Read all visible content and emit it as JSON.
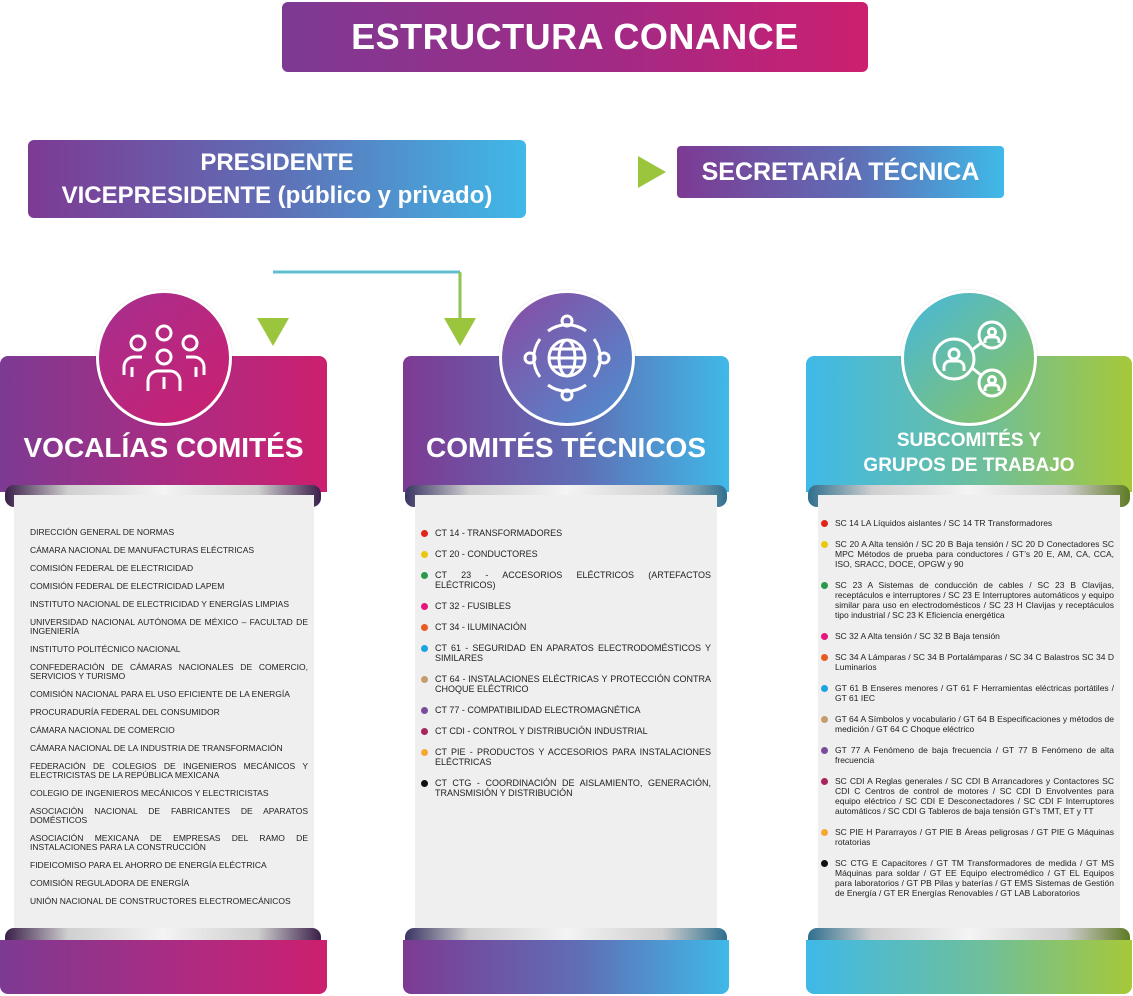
{
  "title": "ESTRUCTURA CONANCE",
  "president": {
    "line1": "PRESIDENTE",
    "line2": "VICEPRESIDENTE (público y privado)"
  },
  "secretaria": "SECRETARÍA TÉCNICA",
  "colors": {
    "magenta": "#cc1f6f",
    "purple": "#7d3a93",
    "cyan": "#3fb9e8",
    "green": "#a6c83a",
    "arrow": "#9bc53d"
  },
  "columns": [
    {
      "title": "VOCALÍAS COMITÉS",
      "icon": "people-group-icon",
      "items": [
        "DIRECCIÓN GENERAL DE NORMAS",
        "CÁMARA NACIONAL DE MANUFACTURAS ELÉCTRICAS",
        "COMISIÓN FEDERAL DE ELECTRICIDAD",
        "COMISIÓN FEDERAL DE ELECTRICIDAD LAPEM",
        "INSTITUTO NACIONAL DE ELECTRICIDAD Y ENERGÍAS LIMPIAS",
        "UNIVERSIDAD NACIONAL AUTÓNOMA DE MÉXICO – FACULTAD DE INGENIERÍA",
        "INSTITUTO POLITÉCNICO NACIONAL",
        "CONFEDERACIÓN DE CÁMARAS NACIONALES DE COMERCIO, SERVICIOS Y TURISMO",
        "COMISIÓN NACIONAL PARA EL USO EFICIENTE DE LA ENERGÍA",
        "PROCURADURÍA FEDERAL DEL CONSUMIDOR",
        "CÁMARA NACIONAL DE COMERCIO",
        "CÁMARA NACIONAL DE LA INDUSTRIA DE TRANSFORMACIÓN",
        "FEDERACIÓN DE COLEGIOS DE INGENIEROS MECÁNICOS Y ELECTRICISTAS DE LA REPÚBLICA MEXICANA",
        "COLEGIO DE INGENIEROS MECÁNICOS Y ELECTRICISTAS",
        "ASOCIACIÓN NACIONAL DE FABRICANTES DE APARATOS DOMÉSTICOS",
        "ASOCIACIÓN MEXICANA DE EMPRESAS DEL RAMO DE INSTALACIONES PARA LA CONSTRUCCIÓN",
        "FIDEICOMISO PARA EL AHORRO DE ENERGÍA ELÉCTRICA",
        "COMISIÓN REGULADORA DE ENERGÍA",
        "UNIÓN NACIONAL DE CONSTRUCTORES ELECTROMECÁNICOS"
      ]
    },
    {
      "title": "COMITÉS TÉCNICOS",
      "icon": "globe-network-icon",
      "items": [
        {
          "text": "CT 14 - TRANSFORMADORES",
          "color": "#e2231a"
        },
        {
          "text": "CT 20 - CONDUCTORES",
          "color": "#e8c70c"
        },
        {
          "text": "CT 23 - ACCESORIOS ELÉCTRICOS (ARTEFACTOS ELÉCTRICOS)",
          "color": "#2b9a48"
        },
        {
          "text": "CT 32 - FUSIBLES",
          "color": "#e5167d"
        },
        {
          "text": "CT 34 - ILUMINACIÓN",
          "color": "#ea5b1f"
        },
        {
          "text": "CT 61 - SEGURIDAD EN APARATOS ELECTRODOMÉSTICOS Y SIMILARES",
          "color": "#1aa4e0"
        },
        {
          "text": "CT 64 - INSTALACIONES ELÉCTRICAS Y PROTECCIÓN CONTRA CHOQUE ELÉCTRICO",
          "color": "#c59c6c"
        },
        {
          "text": "CT 77 - COMPATIBILIDAD ELECTROMAGNÉTICA",
          "color": "#7a4d9c"
        },
        {
          "text": "CT CDI - CONTROL Y DISTRIBUCIÓN INDUSTRIAL",
          "color": "#a8245d"
        },
        {
          "text": "CT PIE - PRODUCTOS Y ACCESORIOS PARA INSTALACIONES ELÉCTRICAS",
          "color": "#f7a833"
        },
        {
          "text": "CT CTG - COORDINACIÓN DE AISLAMIENTO, GENERACIÓN, TRANSMISIÓN Y DISTRIBUCIÓN",
          "color": "#111111"
        }
      ]
    },
    {
      "title_line1": "SUBCOMITÉS Y",
      "title_line2": "GRUPOS DE TRABAJO",
      "icon": "workgroup-icon",
      "items": [
        {
          "text": "SC 14 LA Líquidos aislantes / SC 14 TR Transformadores",
          "color": "#e2231a"
        },
        {
          "text": "SC 20 A Alta tensión / SC 20 B Baja tensión / SC 20 D Conectadores SC MPC Métodos de prueba para conductores / GT’s 20 E, AM, CA, CCA, ISO, SRACC, DOCE, OPGW y 90",
          "color": "#e8c70c"
        },
        {
          "text": "SC 23 A Sistemas de conducción de cables / SC 23 B Clavijas, receptáculos e interruptores / SC 23 E Interruptores automáticos y equipo similar para uso en electrodomésticos / SC 23 H Clavijas y receptáculos tipo industrial / SC 23 K Eficiencia energética",
          "color": "#2b9a48"
        },
        {
          "text": "SC 32 A Alta tensión / SC 32 B Baja tensión",
          "color": "#e5167d"
        },
        {
          "text": "SC 34 A Lámparas / SC 34 B Portalámparas / SC 34 C Balastros SC 34 D Luminarios",
          "color": "#ea5b1f"
        },
        {
          "text": "GT 61 B Enseres menores / GT 61 F Herramientas eléctricas portátiles / GT 61 IEC",
          "color": "#1aa4e0"
        },
        {
          "text": "GT 64 A Símbolos y vocabulario / GT 64 B Especificaciones y métodos de medición / GT 64 C Choque eléctrico",
          "color": "#c59c6c"
        },
        {
          "text": "GT 77 A Fenómeno de baja frecuencia / GT 77 B Fenómeno de alta frecuencia",
          "color": "#7a4d9c"
        },
        {
          "text": "SC CDI A Reglas generales / SC CDI B Arrancadores y Contactores SC CDI C Centros de control de motores / SC CDI D Envolventes para equipo eléctrico / SC CDI E Desconectadores / SC CDI F Interruptores automáticos / SC CDI G Tableros de baja tensión GT’s TMT, ET y TT",
          "color": "#a8245d"
        },
        {
          "text": "SC PIE H Pararrayos / GT PIE B Áreas peligrosas / GT PIE G Máquinas rotatorias",
          "color": "#f7a833"
        },
        {
          "text": "SC CTG E Capacitores / GT TM Transformadores de medida / GT MS Máquinas para soldar / GT EE Equipo electromédico / GT EL Equipos para laboratorios / GT PB Pilas y baterías / GT EMS Sistemas de Gestión de Energía / GT ER Energías Renovables / GT LAB Laboratorios",
          "color": "#111111"
        }
      ]
    }
  ]
}
